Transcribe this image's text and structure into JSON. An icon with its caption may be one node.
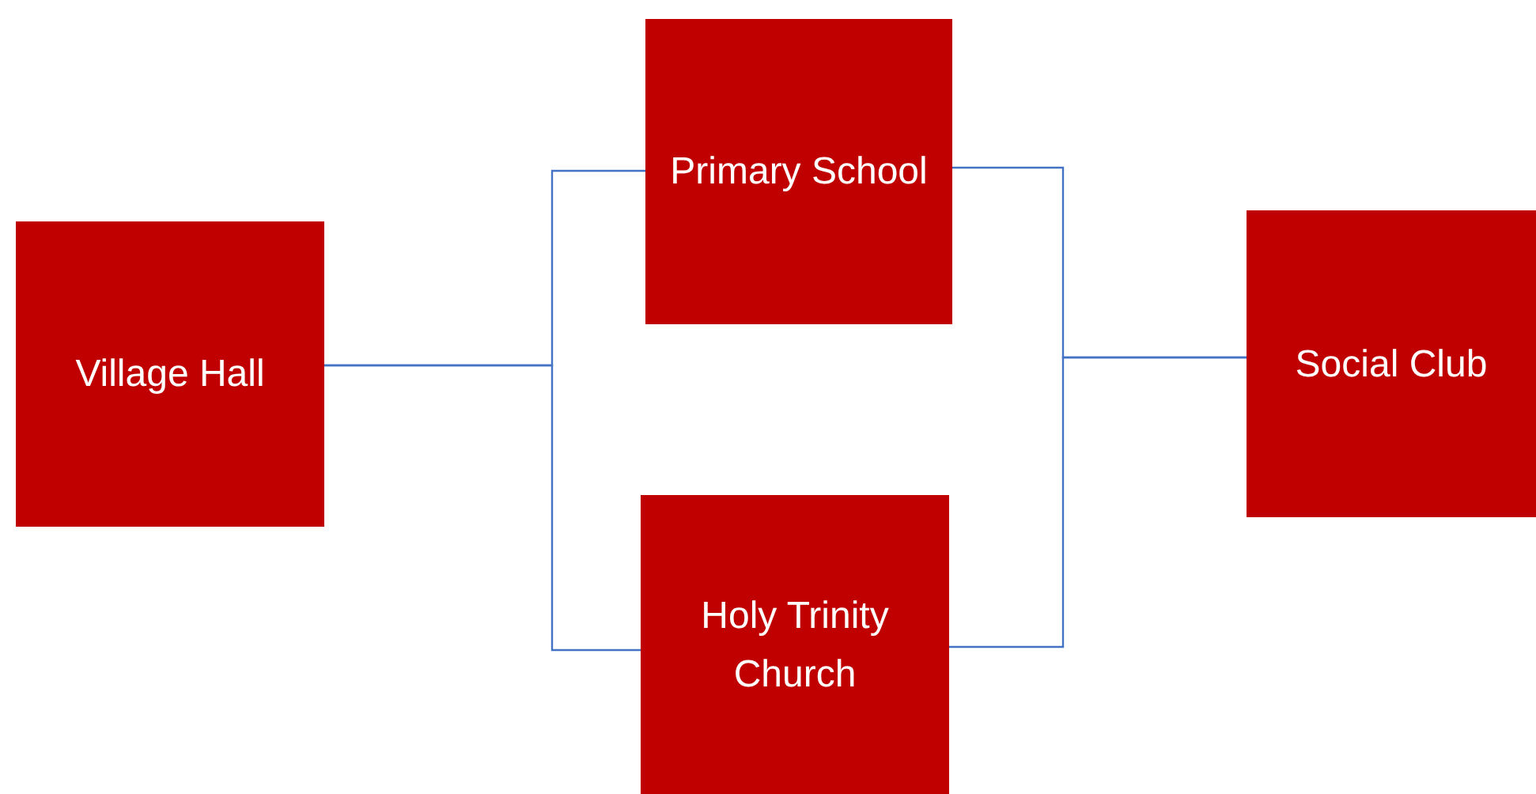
{
  "diagram": {
    "nodes": [
      {
        "text": [
          "Village Hall"
        ]
      },
      {
        "text": [
          "Primary School"
        ]
      },
      {
        "text": [
          "Holy Trinity Church"
        ]
      },
      {
        "text": [
          "Social Club"
        ]
      }
    ],
    "edges": [
      {
        "from": 0,
        "to": 1,
        "arrow": "none"
      },
      {
        "from": 0,
        "to": 2,
        "arrow": "none"
      },
      {
        "from": 1,
        "to": 3,
        "arrow": "none"
      },
      {
        "from": 2,
        "to": 3,
        "arrow": "none"
      }
    ]
  }
}
